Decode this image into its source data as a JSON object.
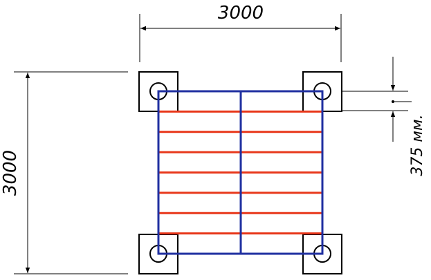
{
  "dimensions": {
    "top_width": "3000",
    "left_height": "3000",
    "step_spacing": "375 мм."
  },
  "colors": {
    "frame": "#1f2fa0",
    "slats": "#e8371a",
    "lines": "#000000"
  },
  "slat_count": 7
}
